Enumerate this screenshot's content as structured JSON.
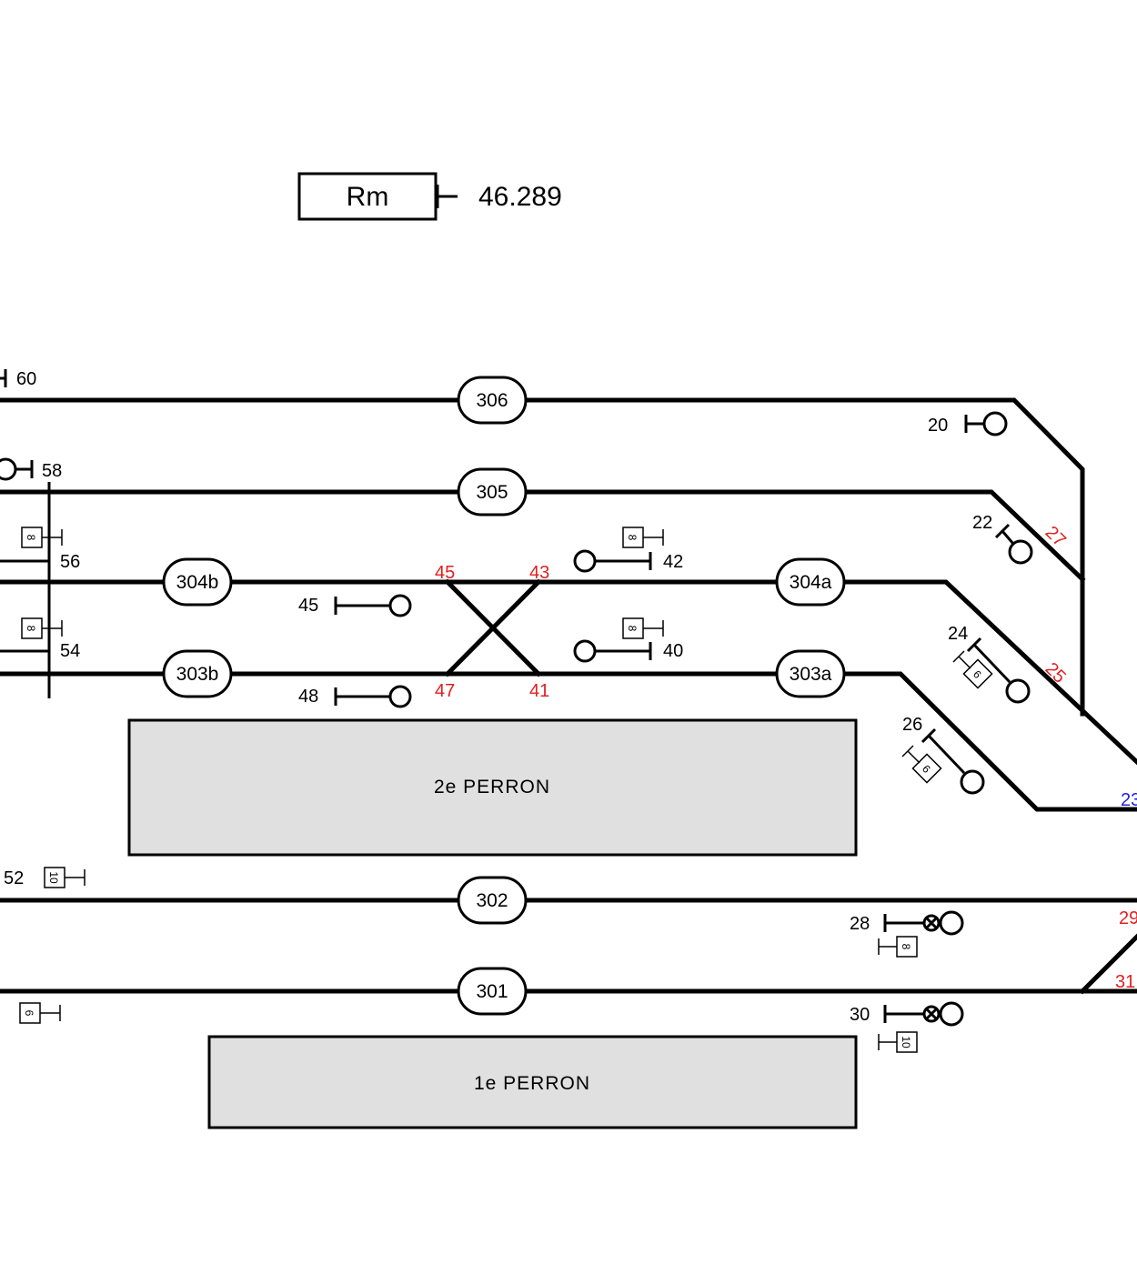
{
  "kilometer": {
    "box_label": "Rm",
    "value": "46.289"
  },
  "tracks": [
    "306",
    "305",
    "304b",
    "304a",
    "303b",
    "303a",
    "302",
    "301"
  ],
  "platforms": {
    "p2": "2e PERRON",
    "p1": "1e PERRON"
  },
  "signals": {
    "s60": "60",
    "s58": "58",
    "s56": "56",
    "s54": "54",
    "s52": "52",
    "s45": "45",
    "s48": "48",
    "s42": "42",
    "s40": "40",
    "s20": "20",
    "s22": "22",
    "s24": "24",
    "s26": "26",
    "s28": "28",
    "s30": "30"
  },
  "switches": {
    "w45": "45",
    "w43": "43",
    "w47": "47",
    "w41": "41",
    "w27": "27",
    "w25": "25",
    "w29": "29",
    "w31": "31"
  },
  "blue_labels": {
    "b23": "23"
  },
  "speed_boards": {
    "sb56": "8",
    "sb54": "8",
    "sb42": "8",
    "sb40": "8",
    "sb52": "10",
    "sb_left_301": "6",
    "sb28": "8",
    "sb30": "10",
    "sb24": "6",
    "sb26": "6"
  },
  "colors": {
    "track": "#000000",
    "switch_number": "#e02020",
    "blue_number": "#2020e0",
    "platform_fill": "#e0e0e0"
  }
}
